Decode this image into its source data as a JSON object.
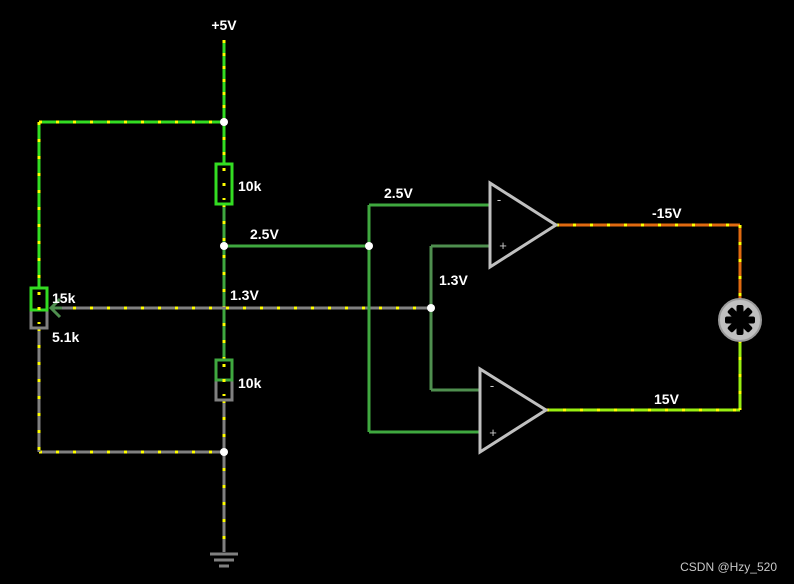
{
  "labels": {
    "supply": "+5V",
    "r_top": "10k",
    "r_bottom": "10k",
    "pot_value": "15k",
    "pot_wiper": "5.1k",
    "node_mid": "2.5V",
    "node_wiper": "1.3V",
    "opamp1_in_neg": "2.5V",
    "opamp1_in_pos": "1.3V",
    "opamp1_out": "-15V",
    "opamp2_out": "15V",
    "opamp1_minus": "-",
    "opamp1_plus": "+",
    "opamp2_minus": "-",
    "opamp2_plus": "+",
    "watermark": "CSDN @Hzy_520"
  },
  "colors": {
    "background": "#000000",
    "wire_bright": "#33dd22",
    "wire_mid": "#3fa83f",
    "wire_dim": "#4f8f4f",
    "wire_gray": "#808080",
    "wire_orange": "#e06a10",
    "current_dot": "#ffff00",
    "component": "#c0c0c0",
    "node": "#ffffff"
  }
}
